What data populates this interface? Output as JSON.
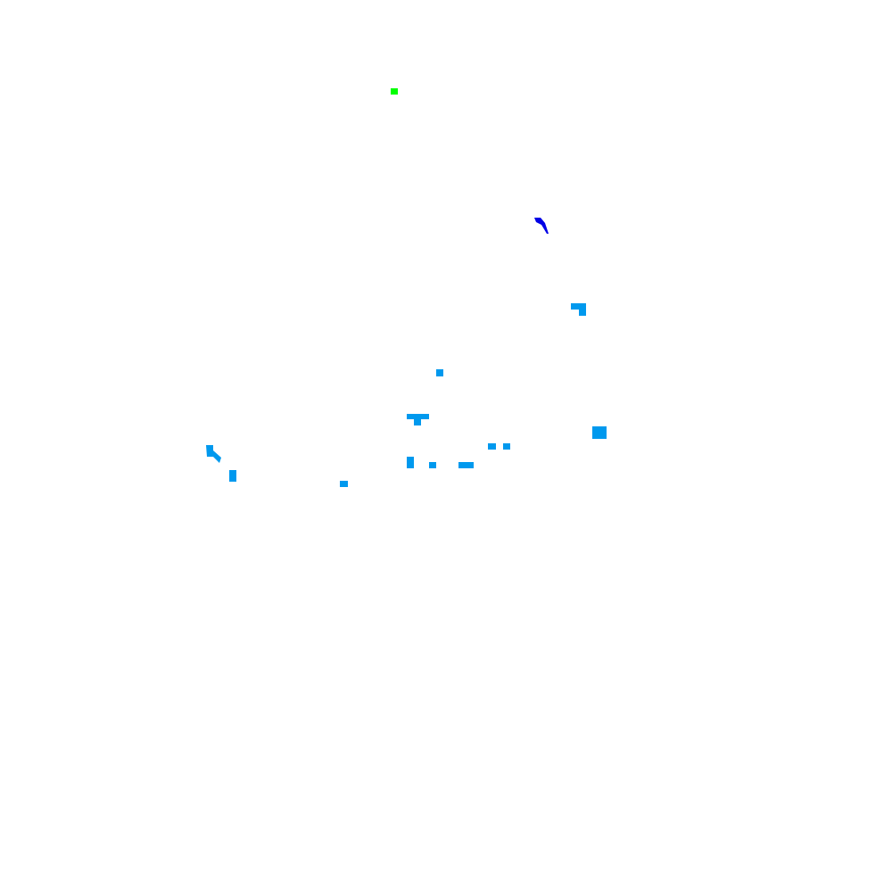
{
  "background": "#ffffff",
  "colors": {
    "green_marker": "#00ff00",
    "blue_stroke": "#0000e6",
    "cyan_blobs": "#0099ee"
  },
  "shapes": [
    {
      "name": "green-marker",
      "kind": "square",
      "color_key": "green_marker"
    },
    {
      "name": "blue-curve-fragment",
      "kind": "curve",
      "color_key": "blue_stroke"
    },
    {
      "name": "cyan-l-shape",
      "kind": "polygon",
      "color_key": "cyan_blobs"
    },
    {
      "name": "cyan-small-square",
      "kind": "square",
      "color_key": "cyan_blobs"
    },
    {
      "name": "cyan-t-shape",
      "kind": "polygon",
      "color_key": "cyan_blobs"
    },
    {
      "name": "cyan-large-square",
      "kind": "square",
      "color_key": "cyan_blobs"
    },
    {
      "name": "cyan-pair-left",
      "kind": "square",
      "color_key": "cyan_blobs"
    },
    {
      "name": "cyan-pair-right",
      "kind": "square",
      "color_key": "cyan_blobs"
    },
    {
      "name": "cyan-diagonal-fragment",
      "kind": "polygon",
      "color_key": "cyan_blobs"
    },
    {
      "name": "cyan-vertical-bar-left",
      "kind": "rect",
      "color_key": "cyan_blobs"
    },
    {
      "name": "cyan-vertical-bar-mid",
      "kind": "rect",
      "color_key": "cyan_blobs"
    },
    {
      "name": "cyan-tiny-square",
      "kind": "square",
      "color_key": "cyan_blobs"
    },
    {
      "name": "cyan-horizontal-bar",
      "kind": "rect",
      "color_key": "cyan_blobs"
    },
    {
      "name": "cyan-low-square",
      "kind": "square",
      "color_key": "cyan_blobs"
    }
  ]
}
